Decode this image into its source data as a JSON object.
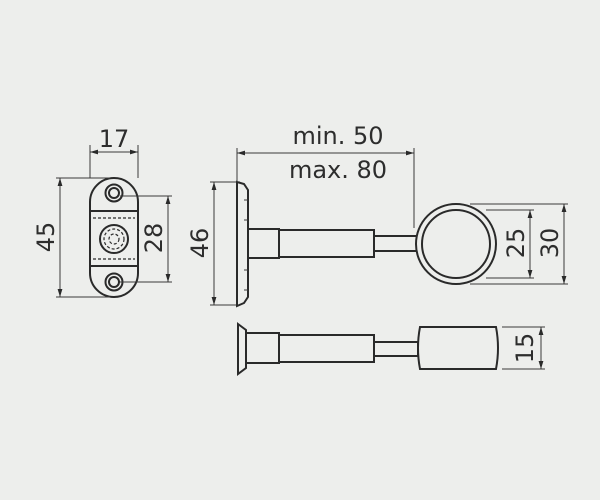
{
  "dimensions": {
    "plate_width": "17",
    "plate_height": "45",
    "hole_spacing": "28",
    "flange_height": "46",
    "length_min": "min. 50",
    "length_max": "max. 80",
    "ring_inner_diameter": "25",
    "ring_outer_diameter": "30",
    "ring_thickness": "15"
  },
  "colors": {
    "background": "#edeeec",
    "line": "#2a2a2a"
  }
}
